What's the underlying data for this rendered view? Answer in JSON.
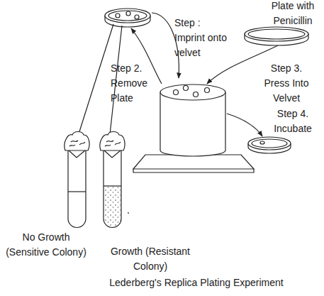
{
  "diagram": {
    "caption": "Lederberg's Replica Plating Experiment",
    "labels": [
      "Step : Imprint onto velvet",
      "Plate with Penicillin",
      "Step 2. Remove Plate",
      "Step 3. Press Into Velvet",
      "Step 4. Incubate",
      "No Growth (Sensitive Colony)",
      "Growth (Resistant Colony)"
    ]
  }
}
